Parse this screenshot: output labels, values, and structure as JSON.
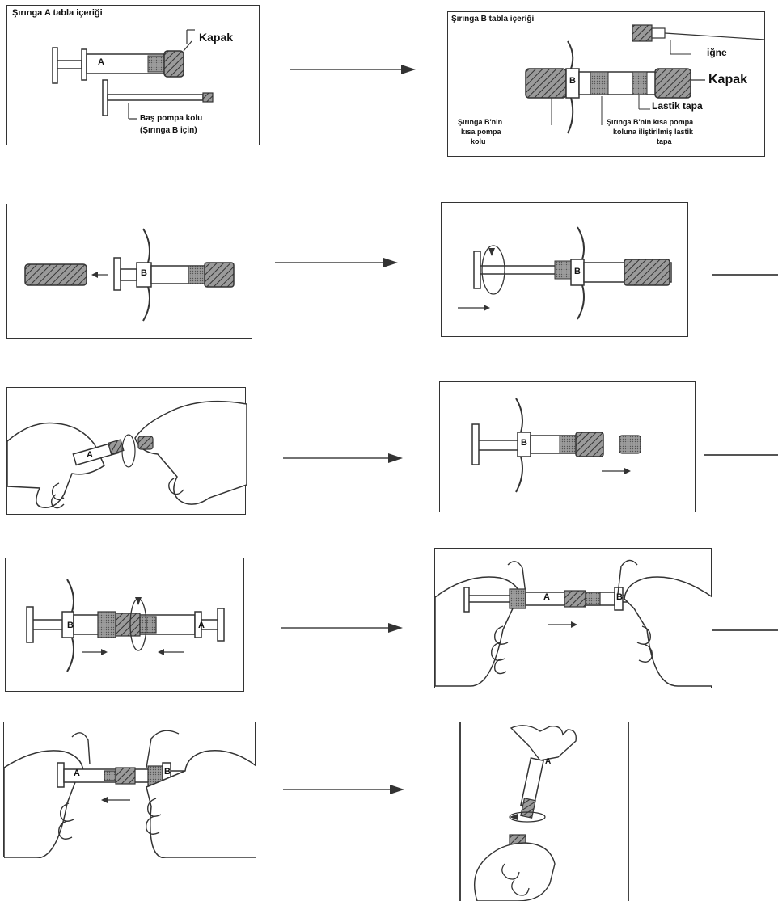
{
  "panel1": {
    "title": "Şırınga A tabla içeriği",
    "cap_label": "Kapak",
    "plunger_label_line1": "Baş pompa kolu",
    "plunger_label_line2": "(Şırınga B için)",
    "letter_a": "A"
  },
  "panel2": {
    "title": "Şırınga B tabla içeriği",
    "needle_label": "iğne",
    "cap_label": "Kapak",
    "stopper_label": "Lastik tapa",
    "short_plunger_line1": "Şırınga B'nin",
    "short_plunger_line2": "kısa pompa",
    "short_plunger_line3": "kolu",
    "attached_stopper_line1": "Şırınga B'nin  kısa pompa",
    "attached_stopper_line2": "koluna iliştirilmiş lastik",
    "attached_stopper_line3": "tapa",
    "letter_b": "B"
  },
  "letters": {
    "a": "A",
    "b": "B"
  },
  "colors": {
    "line": "#333333",
    "shade": "#8a8a8a",
    "dark": "#555555"
  }
}
